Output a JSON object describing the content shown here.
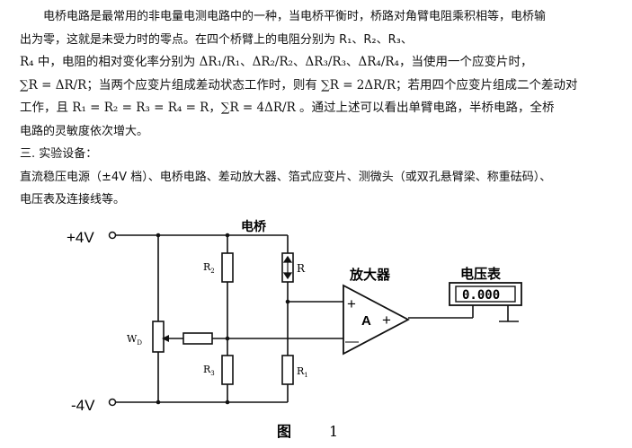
{
  "text": {
    "para1_a": "电桥电路是最常用的非电量电测电路中的一种，当电桥平衡时，桥路对角臂电阻乘积相等，电桥输",
    "para1_b": "出为零，这就是未受力时的零点。在四个桥臂上的电阻分别为 R₁、R₂、R₃、",
    "para1_c": "R₄ 中，电阻的相对变化率分别为 ΔR₁/R₁、ΔR₂/R₂、ΔR₃/R₃、ΔR₄/R₄，当使用一个应变片时，",
    "para1_d": "∑R = ΔR/R；当两个应变片组成差动状态工作时，则有 ∑R = 2ΔR/R；若用四个应变片组成二个差动对",
    "para1_e": "工作，且 R₁ = R₂ = R₃ = R₄ = R，∑R = 4ΔR/R 。通过上述可以看出单臂电路，半桥电路，全桥",
    "para1_f": "电路的灵敏度依次增大。",
    "section_heading": "三.  实验设备：",
    "equip_a": "直流稳压电源（±4V 档）、电桥电路、差动放大器、箔式应变片、测微头（或双孔悬臂梁、称重砝码）、",
    "equip_b": "电压表及连接线等。"
  },
  "diagram": {
    "bridge_label": "电桥",
    "plus_supply": "+4V",
    "minus_supply": "-4V",
    "r_top_left": "R",
    "r_top_left_sub": "2",
    "r_top_right": "R",
    "r_bottom_left": "R",
    "r_bottom_left_sub": "3",
    "r_bottom_right": "R",
    "r_bottom_right_sub": "1",
    "pot_label": "W",
    "pot_sub": "D",
    "amp_title": "放大器",
    "amp_letter": "A",
    "amp_plus_in": "+",
    "amp_minus_in": "—",
    "amp_plus_right": "+",
    "meter_title": "电压表",
    "meter_reading": "0.000",
    "figure_caption_a": "图",
    "figure_caption_b": "1"
  }
}
